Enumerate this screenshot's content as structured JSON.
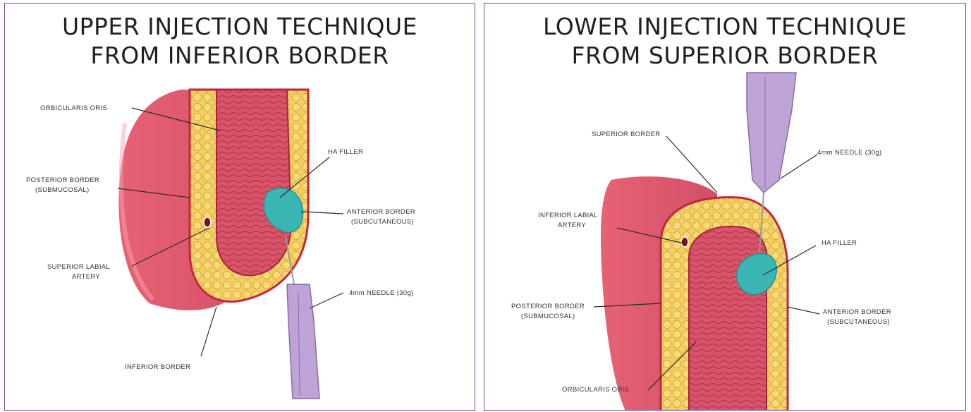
{
  "colors": {
    "border": "#7e4a86",
    "lip_outer": "#d94a5f",
    "lip_inner": "#b8243e",
    "fat": "#f2c64b",
    "muscle": "#d9536a",
    "filler": "#3bb5b4",
    "needle_hub": "#a886c4"
  },
  "left": {
    "title_line1": "UPPER INJECTION TECHNIQUE",
    "title_line2": "FROM INFERIOR BORDER",
    "labels": {
      "orbicularis": "ORBICULARIS ORIS",
      "posterior1": "POSTERIOR BORDER",
      "posterior2": "(SUBMUCOSAL)",
      "ha_filler": "HA FILLER",
      "anterior1": "ANTERIOR BORDER",
      "anterior2": "(SUBCUTANEOUS)",
      "artery1": "SUPERIOR LABIAL",
      "artery2": "ARTERY",
      "needle": "4mm NEEDLE (30g)",
      "inferior": "INFERIOR BORDER"
    }
  },
  "right": {
    "title_line1": "LOWER INJECTION TECHNIQUE",
    "title_line2": "FROM SUPERIOR BORDER",
    "labels": {
      "superior": "SUPERIOR BORDER",
      "needle": "4mm NEEDLE (30g)",
      "artery1": "INFERIOR LABIAL",
      "artery2": "ARTERY",
      "ha_filler": "HA FILLER",
      "posterior1": "POSTERIOR BORDER",
      "posterior2": "(SUBMUCOSAL)",
      "anterior1": "ANTERIOR BORDER",
      "anterior2": "(SUBCUTANEOUS)",
      "orbicularis": "ORBICULARIS ORIS"
    }
  }
}
